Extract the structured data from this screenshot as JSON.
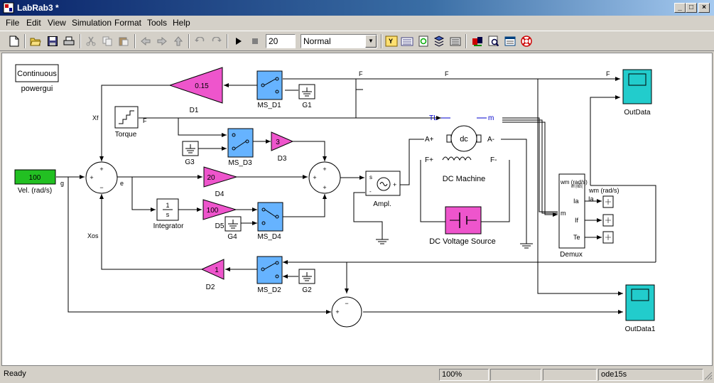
{
  "window": {
    "title": "LabRab3 *",
    "controls": [
      "_",
      "□",
      "×"
    ]
  },
  "menu": [
    "File",
    "Edit",
    "View",
    "Simulation",
    "Format",
    "Tools",
    "Help"
  ],
  "toolbar": {
    "stop_time": "20",
    "sim_mode": "Normal",
    "buttons": [
      "new-icon",
      "open-icon",
      "save-icon",
      "print-icon",
      "cut-icon",
      "copy-icon",
      "paste-icon",
      "back-icon",
      "forward-icon",
      "up-icon",
      "undo-icon",
      "redo-icon",
      "play-icon",
      "stop-icon",
      "update-diagram-icon",
      "build-icon",
      "refresh-icon",
      "library-browser-icon",
      "model-explorer-icon",
      "debugger-icon",
      "find-icon",
      "properties-icon",
      "help-icon"
    ]
  },
  "diagram": {
    "powergui": {
      "block": "Continuous",
      "name": "powergui"
    },
    "vel": {
      "value": "100",
      "name": "Vel. (rad/s)"
    },
    "gains": {
      "D1": "0.15",
      "D3": "3",
      "D4": "20",
      "D5": "100",
      "D2": "1"
    },
    "names": {
      "D1": "D1",
      "D2": "D2",
      "D3": "D3",
      "D4": "D4",
      "D5": "D5",
      "MS_D1": "MS_D1",
      "MS_D2": "MS_D2",
      "MS_D3": "MS_D3",
      "MS_D4": "MS_D4",
      "G1": "G1",
      "G2": "G2",
      "G3": "G3",
      "G4": "G4",
      "torque": "Torque",
      "integrator": "Integrator",
      "ampl": "Ampl.",
      "dc_machine": "DC Machine",
      "dc_source": "DC Voltage Source",
      "demux": "Demux",
      "outdata": "OutData",
      "outdata1": "OutData1"
    },
    "signals": {
      "F": "F",
      "Xf": "Xf",
      "g": "g",
      "e": "e",
      "Xos": "Xos",
      "TL": "TL",
      "m": "m",
      "wm": "wm (rad/s)",
      "Ia": "Ia",
      "If": "If",
      "Te": "Te"
    },
    "ports": {
      "A_plus": "A+",
      "A_minus": "A-",
      "F_plus": "F+",
      "F_minus": "F-",
      "dc": "dc",
      "s": "s",
      "m_in": "m"
    },
    "integrator_num": "1",
    "integrator_den": "s"
  },
  "status": {
    "text": "Ready",
    "zoom": "100%",
    "solver": "ode15s"
  }
}
